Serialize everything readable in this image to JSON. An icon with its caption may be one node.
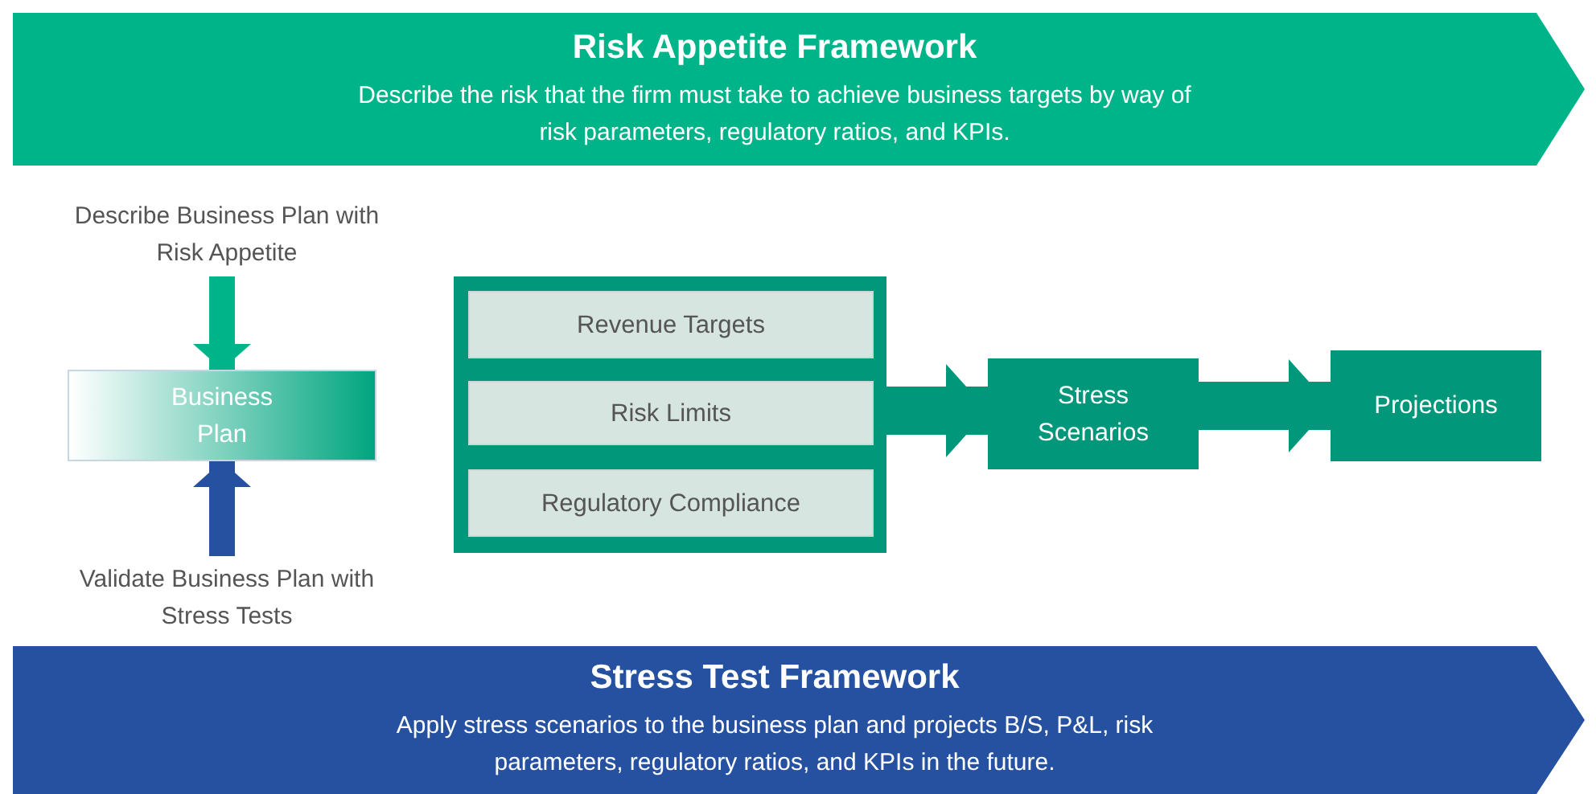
{
  "diagram": {
    "nodes": [
      {
        "text": [
          "Risk Appetite Framework",
          "Describe the risk that the firm must take to achieve business targets by way of risk parameters, regulatory ratios, and KPIs."
        ]
      },
      {
        "text": [
          "Describe Business Plan with Risk Appetite"
        ]
      },
      {
        "text": [
          "Business Plan"
        ]
      },
      {
        "text": [
          "Validate Business Plan with Stress Tests"
        ]
      },
      {
        "text": [],
        "shape": "box"
      },
      {
        "text": [
          "Revenue Targets"
        ],
        "in": 4
      },
      {
        "text": [
          "Risk Limits"
        ],
        "in": 4
      },
      {
        "text": [
          "Regulatory Compliance"
        ],
        "in": 4
      },
      {
        "text": [
          "Stress Scenarios"
        ]
      },
      {
        "text": [
          "Projections"
        ]
      },
      {
        "text": [
          "Stress Test Framework",
          "Apply stress scenarios to the business plan and projects B/S, P&L, risk parameters, regulatory ratios, and KPIs in the future."
        ]
      }
    ],
    "edges": [
      {
        "from": 1,
        "to": 2,
        "arrow": "to",
        "color": "#00b48a"
      },
      {
        "from": 3,
        "to": 2,
        "arrow": "to",
        "color": "#2650a0"
      },
      {
        "from": 4,
        "to": 8,
        "arrow": "to",
        "style": "thick"
      },
      {
        "from": 8,
        "to": 9,
        "arrow": "to",
        "style": "thick"
      }
    ]
  }
}
